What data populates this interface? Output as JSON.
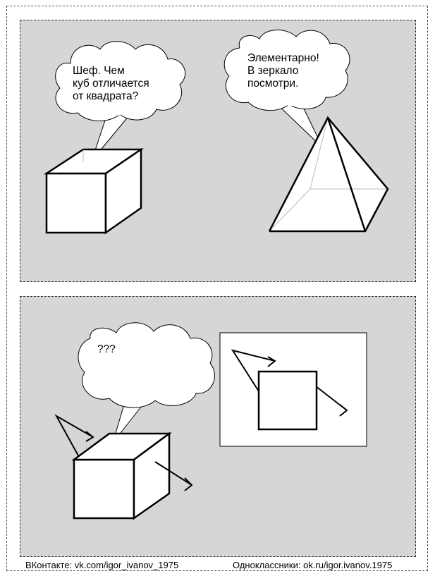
{
  "panel1": {
    "bubble_left": "Шеф. Чем\nкуб отличается\nот квадрата?",
    "bubble_right": "Элементарно!\nВ зеркало\nпосмотри."
  },
  "panel2": {
    "bubble": "???"
  },
  "footer": {
    "vk": "ВКонтакте:  vk.com/igor_ivanov_1975",
    "ok": "Одноклассники:  ok.ru/igor.ivanov.1975"
  }
}
